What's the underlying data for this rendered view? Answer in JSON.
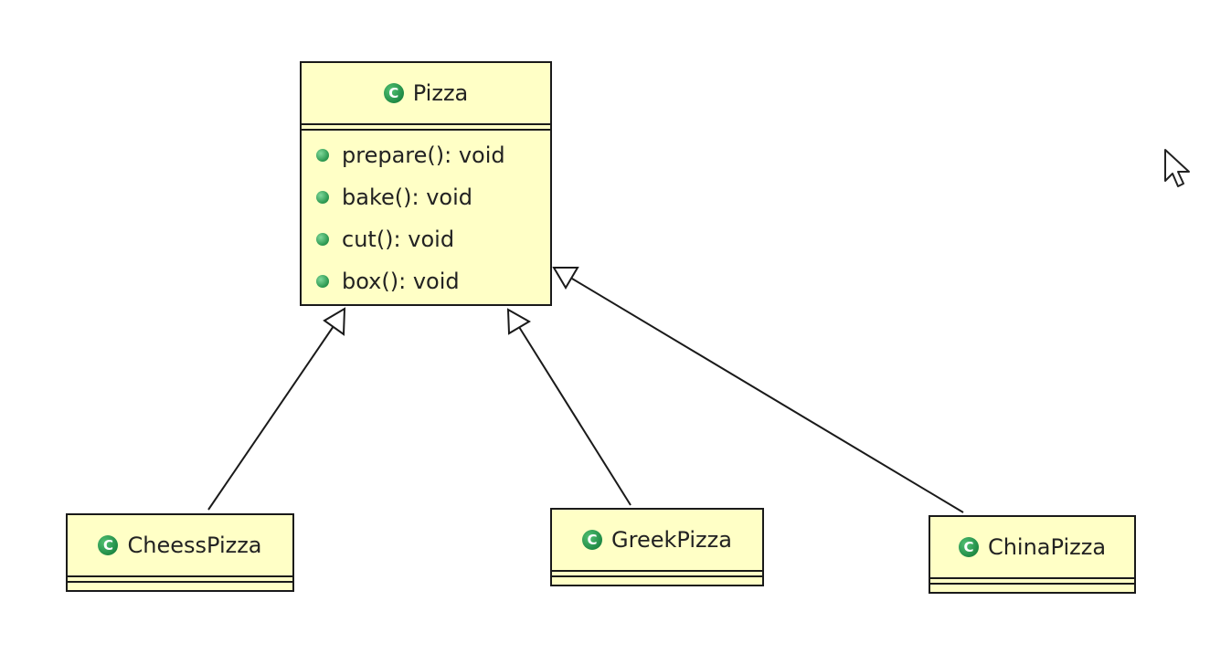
{
  "classes": {
    "pizza": {
      "name": "Pizza",
      "methods": [
        "prepare(): void",
        "bake(): void",
        "cut(): void",
        "box(): void"
      ]
    },
    "cheess_pizza": {
      "name": "CheessPizza"
    },
    "greek_pizza": {
      "name": "GreekPizza"
    },
    "china_pizza": {
      "name": "ChinaPizza"
    }
  },
  "class_icon_letter": "C",
  "relationships": [
    {
      "from": "CheessPizza",
      "to": "Pizza",
      "type": "generalization"
    },
    {
      "from": "GreekPizza",
      "to": "Pizza",
      "type": "generalization"
    },
    {
      "from": "ChinaPizza",
      "to": "Pizza",
      "type": "generalization"
    }
  ],
  "colors": {
    "class_fill": "#ffffc6",
    "border": "#1a1a1a",
    "icon_green": "#1f8a45"
  },
  "icons": {
    "class": "class-c-icon",
    "method": "public-method-icon",
    "cursor": "mouse-pointer-icon"
  }
}
